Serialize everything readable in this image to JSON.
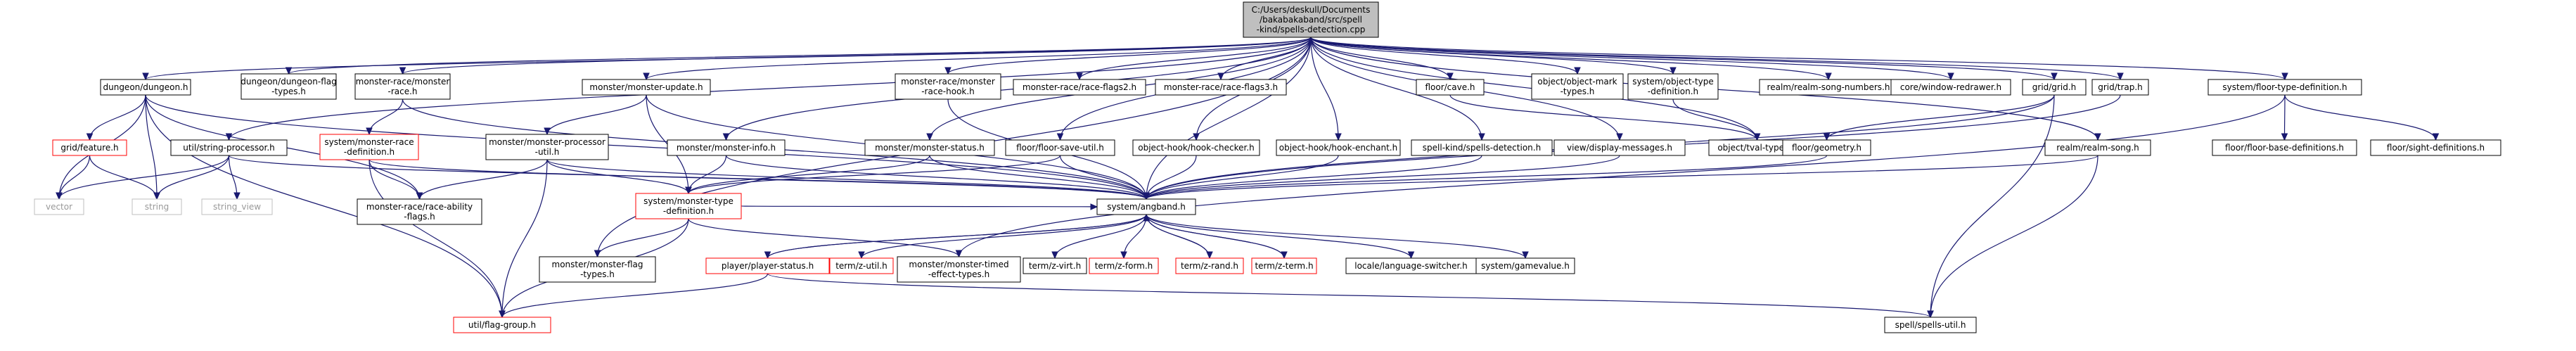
{
  "diagram": {
    "type": "include-dependency-graph",
    "colors": {
      "edge": "#191970",
      "node_fill": "#ffffff",
      "node_border": "#000000",
      "root_fill": "#bfbfbf",
      "missing_border": "#ff0000",
      "external_border": "#bfbfbf",
      "external_text": "#999999"
    },
    "nodes": [
      {
        "id": "root",
        "lines": [
          "C:/Users/deskull/Documents",
          "/bakabakaband/src/spell",
          "-kind/spells-detection.cpp"
        ],
        "kind": "root"
      },
      {
        "id": "dungeon_h",
        "lines": [
          "dungeon/dungeon.h"
        ]
      },
      {
        "id": "dungeon_flag_types",
        "lines": [
          "dungeon/dungeon-flag",
          "-types.h"
        ]
      },
      {
        "id": "monster_race_h",
        "lines": [
          "monster-race/monster",
          "-race.h"
        ]
      },
      {
        "id": "monster_update",
        "lines": [
          "monster/monster-update.h"
        ]
      },
      {
        "id": "race_hook",
        "lines": [
          "monster-race/monster",
          "-race-hook.h"
        ]
      },
      {
        "id": "race_flags2",
        "lines": [
          "monster-race/race-flags2.h"
        ]
      },
      {
        "id": "race_flags3",
        "lines": [
          "monster-race/race-flags3.h"
        ]
      },
      {
        "id": "floor_cave",
        "lines": [
          "floor/cave.h"
        ]
      },
      {
        "id": "object_mark",
        "lines": [
          "object/object-mark",
          "-types.h"
        ]
      },
      {
        "id": "object_type_def",
        "lines": [
          "system/object-type",
          "-definition.h"
        ]
      },
      {
        "id": "realm_song_numbers",
        "lines": [
          "realm/realm-song-numbers.h"
        ]
      },
      {
        "id": "window_redrawer",
        "lines": [
          "core/window-redrawer.h"
        ]
      },
      {
        "id": "grid_grid",
        "lines": [
          "grid/grid.h"
        ]
      },
      {
        "id": "grid_trap",
        "lines": [
          "grid/trap.h"
        ]
      },
      {
        "id": "floor_type_def",
        "lines": [
          "system/floor-type-definition.h"
        ]
      },
      {
        "id": "grid_feature",
        "lines": [
          "grid/feature.h"
        ],
        "kind": "missing"
      },
      {
        "id": "string_processor",
        "lines": [
          "util/string-processor.h"
        ]
      },
      {
        "id": "race_def",
        "lines": [
          "system/monster-race",
          "-definition.h"
        ],
        "kind": "missing"
      },
      {
        "id": "monster_processor_util",
        "lines": [
          "monster/monster-processor",
          "-util.h"
        ]
      },
      {
        "id": "monster_info",
        "lines": [
          "monster/monster-info.h"
        ]
      },
      {
        "id": "monster_status",
        "lines": [
          "monster/monster-status.h"
        ]
      },
      {
        "id": "floor_save_util",
        "lines": [
          "floor/floor-save-util.h"
        ]
      },
      {
        "id": "hook_checker",
        "lines": [
          "object-hook/hook-checker.h"
        ]
      },
      {
        "id": "hook_enchant",
        "lines": [
          "object-hook/hook-enchant.h"
        ]
      },
      {
        "id": "spells_detection_h",
        "lines": [
          "spell-kind/spells-detection.h"
        ]
      },
      {
        "id": "display_messages",
        "lines": [
          "view/display-messages.h"
        ]
      },
      {
        "id": "tval_types",
        "lines": [
          "object/tval-types.h"
        ]
      },
      {
        "id": "floor_geometry",
        "lines": [
          "floor/geometry.h"
        ]
      },
      {
        "id": "realm_song",
        "lines": [
          "realm/realm-song.h"
        ]
      },
      {
        "id": "floor_base_defs",
        "lines": [
          "floor/floor-base-definitions.h"
        ]
      },
      {
        "id": "sight_defs",
        "lines": [
          "floor/sight-definitions.h"
        ]
      },
      {
        "id": "vector",
        "lines": [
          "vector"
        ],
        "kind": "external"
      },
      {
        "id": "string",
        "lines": [
          "string"
        ],
        "kind": "external"
      },
      {
        "id": "string_view",
        "lines": [
          "string_view"
        ],
        "kind": "external"
      },
      {
        "id": "race_ability_flags",
        "lines": [
          "monster-race/race-ability",
          "-flags.h"
        ]
      },
      {
        "id": "monster_type_def",
        "lines": [
          "system/monster-type",
          "-definition.h"
        ],
        "kind": "missing"
      },
      {
        "id": "angband",
        "lines": [
          "system/angband.h"
        ]
      },
      {
        "id": "monster_flag_types",
        "lines": [
          "monster/monster-flag",
          "-types.h"
        ]
      },
      {
        "id": "player_status",
        "lines": [
          "player/player-status.h"
        ],
        "kind": "missing"
      },
      {
        "id": "monster_timed_effect",
        "lines": [
          "monster/monster-timed",
          "-effect-types.h"
        ]
      },
      {
        "id": "z_util",
        "lines": [
          "term/z-util.h"
        ],
        "kind": "missing"
      },
      {
        "id": "z_virt",
        "lines": [
          "term/z-virt.h"
        ]
      },
      {
        "id": "z_form",
        "lines": [
          "term/z-form.h"
        ],
        "kind": "missing"
      },
      {
        "id": "z_rand",
        "lines": [
          "term/z-rand.h"
        ],
        "kind": "missing"
      },
      {
        "id": "z_term",
        "lines": [
          "term/z-term.h"
        ],
        "kind": "missing"
      },
      {
        "id": "language_switcher",
        "lines": [
          "locale/language-switcher.h"
        ]
      },
      {
        "id": "gamevalue",
        "lines": [
          "system/gamevalue.h"
        ]
      },
      {
        "id": "flag_group",
        "lines": [
          "util/flag-group.h"
        ],
        "kind": "missing"
      },
      {
        "id": "spells_util",
        "lines": [
          "spell/spells-util.h"
        ]
      }
    ],
    "edges": [
      [
        "root",
        "dungeon_h"
      ],
      [
        "root",
        "dungeon_flag_types"
      ],
      [
        "root",
        "monster_race_h"
      ],
      [
        "root",
        "monster_update"
      ],
      [
        "root",
        "race_hook"
      ],
      [
        "root",
        "race_flags2"
      ],
      [
        "root",
        "race_flags3"
      ],
      [
        "root",
        "floor_cave"
      ],
      [
        "root",
        "object_mark"
      ],
      [
        "root",
        "object_type_def"
      ],
      [
        "root",
        "realm_song_numbers"
      ],
      [
        "root",
        "window_redrawer"
      ],
      [
        "root",
        "grid_grid"
      ],
      [
        "root",
        "grid_trap"
      ],
      [
        "root",
        "floor_type_def"
      ],
      [
        "root",
        "string_processor"
      ],
      [
        "root",
        "monster_info"
      ],
      [
        "root",
        "monster_status"
      ],
      [
        "root",
        "floor_save_util"
      ],
      [
        "root",
        "hook_checker"
      ],
      [
        "root",
        "hook_enchant"
      ],
      [
        "root",
        "spells_detection_h"
      ],
      [
        "root",
        "display_messages"
      ],
      [
        "root",
        "realm_song"
      ],
      [
        "root",
        "angband"
      ],
      [
        "root",
        "monster_flag_types"
      ],
      [
        "root",
        "tval_types"
      ],
      [
        "dungeon_h",
        "grid_feature"
      ],
      [
        "dungeon_h",
        "vector"
      ],
      [
        "dungeon_h",
        "string"
      ],
      [
        "dungeon_h",
        "angband"
      ],
      [
        "dungeon_h",
        "race_ability_flags"
      ],
      [
        "dungeon_h",
        "flag_group"
      ],
      [
        "grid_feature",
        "vector"
      ],
      [
        "grid_feature",
        "string"
      ],
      [
        "monster_race_h",
        "race_def"
      ],
      [
        "monster_race_h",
        "angband"
      ],
      [
        "race_def",
        "race_ability_flags"
      ],
      [
        "race_def",
        "flag_group"
      ],
      [
        "race_def",
        "angband"
      ],
      [
        "monster_update",
        "monster_processor_util"
      ],
      [
        "monster_update",
        "angband"
      ],
      [
        "monster_update",
        "monster_type_def"
      ],
      [
        "monster_processor_util",
        "angband"
      ],
      [
        "monster_processor_util",
        "race_ability_flags"
      ],
      [
        "monster_processor_util",
        "monster_type_def"
      ],
      [
        "monster_processor_util",
        "flag_group"
      ],
      [
        "string_processor",
        "vector"
      ],
      [
        "string_processor",
        "string"
      ],
      [
        "string_processor",
        "string_view"
      ],
      [
        "string_processor",
        "angband"
      ],
      [
        "race_hook",
        "angband"
      ],
      [
        "monster_info",
        "monster_type_def"
      ],
      [
        "monster_info",
        "angband"
      ],
      [
        "monster_status",
        "monster_type_def"
      ],
      [
        "monster_status",
        "angband"
      ],
      [
        "floor_save_util",
        "monster_type_def"
      ],
      [
        "floor_save_util",
        "angband"
      ],
      [
        "hook_checker",
        "angband"
      ],
      [
        "hook_enchant",
        "angband"
      ],
      [
        "spells_detection_h",
        "angband"
      ],
      [
        "display_messages",
        "angband"
      ],
      [
        "floor_cave",
        "tval_types"
      ],
      [
        "object_type_def",
        "tval_types"
      ],
      [
        "grid_grid",
        "floor_geometry"
      ],
      [
        "grid_grid",
        "angband"
      ],
      [
        "grid_grid",
        "spells_util"
      ],
      [
        "grid_trap",
        "angband"
      ],
      [
        "floor_geometry",
        "angband"
      ],
      [
        "floor_type_def",
        "floor_base_defs"
      ],
      [
        "floor_type_def",
        "sight_defs"
      ],
      [
        "floor_type_def",
        "monster_timed_effect"
      ],
      [
        "realm_song",
        "angband"
      ],
      [
        "realm_song",
        "spells_util"
      ],
      [
        "monster_type_def",
        "angband"
      ],
      [
        "monster_type_def",
        "monster_flag_types"
      ],
      [
        "monster_type_def",
        "monster_timed_effect"
      ],
      [
        "monster_type_def",
        "flag_group"
      ],
      [
        "angband",
        "player_status"
      ],
      [
        "angband",
        "z_util"
      ],
      [
        "angband",
        "z_virt"
      ],
      [
        "angband",
        "z_form"
      ],
      [
        "angband",
        "z_rand"
      ],
      [
        "angband",
        "z_term"
      ],
      [
        "angband",
        "language_switcher"
      ],
      [
        "angband",
        "gamevalue"
      ],
      [
        "player_status",
        "angband"
      ],
      [
        "player_status",
        "flag_group"
      ],
      [
        "player_status",
        "spells_util"
      ],
      [
        "z_term",
        "angband"
      ],
      [
        "z_rand",
        "angband"
      ]
    ]
  }
}
